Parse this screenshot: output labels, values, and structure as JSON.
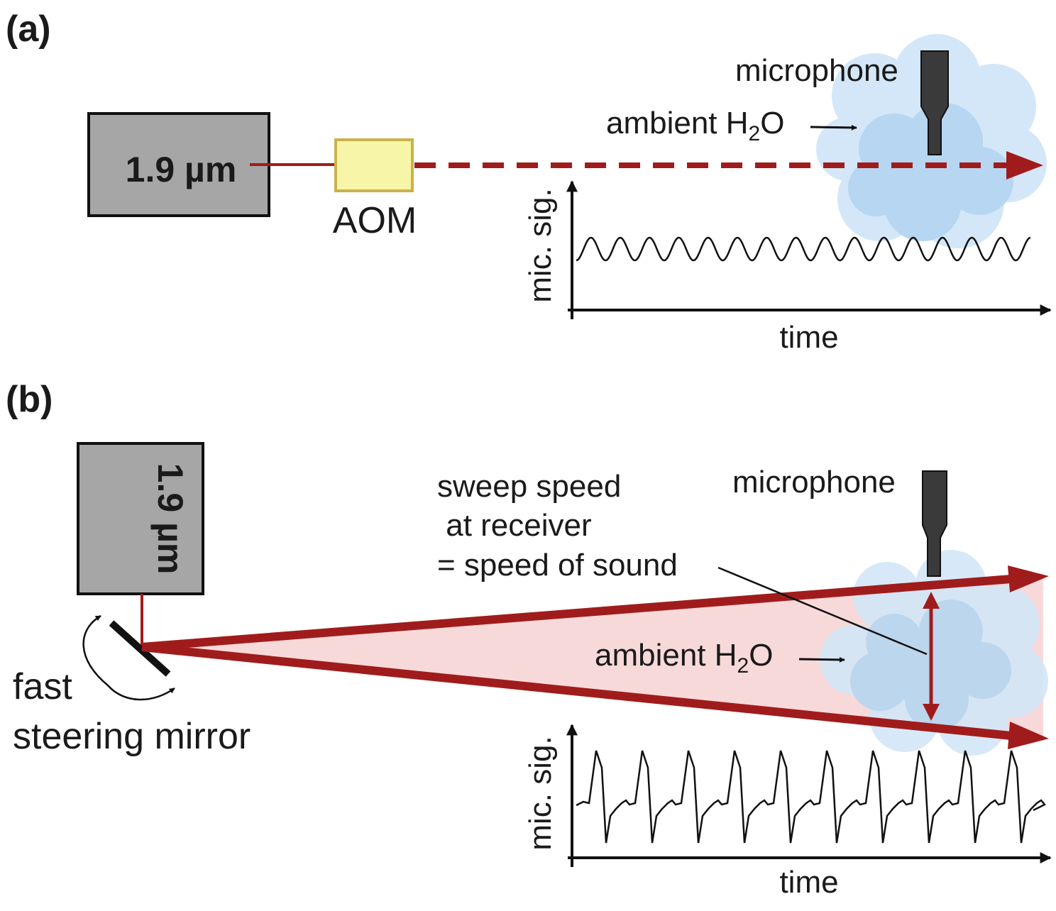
{
  "panel_a": {
    "tag": "(a)",
    "laser": "1.9 µm",
    "modulator": "AOM",
    "microphone": "microphone",
    "gas": {
      "main": "ambient H",
      "subscript": "2",
      "tail": "O"
    },
    "plot": {
      "ylabel": "mic. sig.",
      "xlabel": "time"
    }
  },
  "panel_b": {
    "tag": "(b)",
    "laser": "1.9 µm",
    "mirror": [
      "fast",
      "steering mirror"
    ],
    "sweep_note": [
      "sweep speed",
      " at receiver",
      "= speed of sound"
    ],
    "microphone": "microphone",
    "gas": {
      "main": "ambient H",
      "subscript": "2",
      "tail": "O"
    },
    "plot": {
      "ylabel": "mic. sig.",
      "xlabel": "time"
    }
  },
  "colors": {
    "beam": "#a01c1c",
    "laser_box": "#a6a6a6",
    "aom_fill": "#f7f5a8",
    "aom_stroke": "#c9b24a",
    "cloud_light": "#d3e7f8",
    "cloud_dark": "#b6d6f1",
    "sweep_fill": "#f6cccc",
    "microphone": "#3a3a3a"
  }
}
